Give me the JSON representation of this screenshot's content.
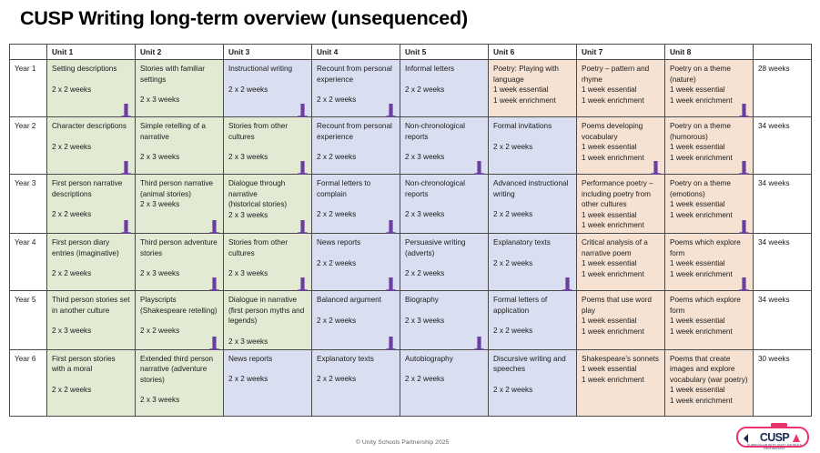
{
  "title": "CUSP Writing long-term overview (unsequenced)",
  "table": {
    "headers": {
      "year_col": "",
      "units": [
        "Unit 1",
        "Unit 2",
        "Unit 3",
        "Unit 4",
        "Unit 5",
        "Unit 6",
        "Unit 7",
        "Unit 8"
      ],
      "total_col": ""
    },
    "rows": [
      {
        "year": "Year 1",
        "total": "28 weeks",
        "cells": [
          {
            "title": "Setting descriptions",
            "sub": "",
            "weeks": "2 x 2 weeks",
            "essential": "",
            "enrichment": "",
            "color": "green",
            "arrow": true
          },
          {
            "title": "Stories with familiar settings",
            "sub": "",
            "weeks": "2 x 3 weeks",
            "essential": "",
            "enrichment": "",
            "color": "green",
            "arrow": false
          },
          {
            "title": "Instructional writing",
            "sub": "",
            "weeks": "2 x 2 weeks",
            "essential": "",
            "enrichment": "",
            "color": "blue",
            "arrow": true
          },
          {
            "title": "Recount from personal experience",
            "sub": "",
            "weeks": "2 x 2 weeks",
            "essential": "",
            "enrichment": "",
            "color": "blue",
            "arrow": true
          },
          {
            "title": "Informal letters",
            "sub": "",
            "weeks": "2 x 2 weeks",
            "essential": "",
            "enrichment": "",
            "color": "blue",
            "arrow": false
          },
          {
            "title": "Poetry: Playing with language",
            "sub": "",
            "weeks": "",
            "essential": "1 week essential",
            "enrichment": "1 week enrichment",
            "color": "peach",
            "arrow": false
          },
          {
            "title": "Poetry – pattern and rhyme",
            "sub": "",
            "weeks": "",
            "essential": "1 week essential",
            "enrichment": "1 week enrichment",
            "color": "peach",
            "arrow": false
          },
          {
            "title": "Poetry on a theme (nature)",
            "sub": "",
            "weeks": "",
            "essential": "1 week essential",
            "enrichment": "1 week enrichment",
            "color": "peach",
            "arrow": true
          }
        ]
      },
      {
        "year": "Year 2",
        "total": "34 weeks",
        "cells": [
          {
            "title": "Character descriptions",
            "sub": "",
            "weeks": "2 x 2 weeks",
            "essential": "",
            "enrichment": "",
            "color": "green",
            "arrow": true
          },
          {
            "title": "Simple retelling of a narrative",
            "sub": "",
            "weeks": "2 x 3 weeks",
            "essential": "",
            "enrichment": "",
            "color": "green",
            "arrow": false
          },
          {
            "title": "Stories from other cultures",
            "sub": "",
            "weeks": "2 x 3 weeks",
            "essential": "",
            "enrichment": "",
            "color": "green",
            "arrow": true
          },
          {
            "title": "Recount from personal experience",
            "sub": "",
            "weeks": "2 x 2 weeks",
            "essential": "",
            "enrichment": "",
            "color": "blue",
            "arrow": false
          },
          {
            "title": "Non-chronological reports",
            "sub": "",
            "weeks": "2 x 3 weeks",
            "essential": "",
            "enrichment": "",
            "color": "blue",
            "arrow": true
          },
          {
            "title": "Formal invitations",
            "sub": "",
            "weeks": "2 x 2 weeks",
            "essential": "",
            "enrichment": "",
            "color": "blue",
            "arrow": false
          },
          {
            "title": "Poems developing vocabulary",
            "sub": "",
            "weeks": "",
            "essential": "1 week essential",
            "enrichment": "1 week enrichment",
            "color": "peach",
            "arrow": true
          },
          {
            "title": "Poetry on a theme (humorous)",
            "sub": "",
            "weeks": "",
            "essential": "1 week essential",
            "enrichment": "1 week enrichment",
            "color": "peach",
            "arrow": true
          }
        ]
      },
      {
        "year": "Year 3",
        "total": "34 weeks",
        "cells": [
          {
            "title": "First person narrative descriptions",
            "sub": "",
            "weeks": "2 x 2 weeks",
            "essential": "",
            "enrichment": "",
            "color": "green",
            "arrow": true
          },
          {
            "title": "Third person narrative",
            "sub": "(animal stories)",
            "weeks": "2 x 3 weeks",
            "essential": "",
            "enrichment": "",
            "color": "green",
            "arrow": true
          },
          {
            "title": "Dialogue through narrative",
            "sub": "(historical stories)",
            "weeks": "2 x 3 weeks",
            "essential": "",
            "enrichment": "",
            "color": "green",
            "arrow": true
          },
          {
            "title": "Formal letters to complain",
            "sub": "",
            "weeks": "2 x 2 weeks",
            "essential": "",
            "enrichment": "",
            "color": "blue",
            "arrow": true
          },
          {
            "title": "Non-chronological reports",
            "sub": "",
            "weeks": "2 x 3 weeks",
            "essential": "",
            "enrichment": "",
            "color": "blue",
            "arrow": false
          },
          {
            "title": "Advanced instructional writing",
            "sub": "",
            "weeks": "2 x 2 weeks",
            "essential": "",
            "enrichment": "",
            "color": "blue",
            "arrow": false
          },
          {
            "title": "Performance poetry – including poetry from other cultures",
            "sub": "",
            "weeks": "",
            "essential": "1 week essential",
            "enrichment": "1 week enrichment",
            "color": "peach",
            "arrow": false
          },
          {
            "title": "Poetry on a theme (emotions)",
            "sub": "",
            "weeks": "",
            "essential": "1 week essential",
            "enrichment": "1 week enrichment",
            "color": "peach",
            "arrow": true
          }
        ]
      },
      {
        "year": "Year 4",
        "total": "34 weeks",
        "cells": [
          {
            "title": "First person diary entries (imaginative)",
            "sub": "",
            "weeks": "2 x 2 weeks",
            "essential": "",
            "enrichment": "",
            "color": "green",
            "arrow": false
          },
          {
            "title": "Third person adventure stories",
            "sub": "",
            "weeks": "2 x 3 weeks",
            "essential": "",
            "enrichment": "",
            "color": "green",
            "arrow": true
          },
          {
            "title": "Stories from other cultures",
            "sub": "",
            "weeks": "2 x 3 weeks",
            "essential": "",
            "enrichment": "",
            "color": "green",
            "arrow": true
          },
          {
            "title": "News reports",
            "sub": "",
            "weeks": "2 x 2 weeks",
            "essential": "",
            "enrichment": "",
            "color": "blue",
            "arrow": true
          },
          {
            "title": "Persuasive writing (adverts)",
            "sub": "",
            "weeks": "2 x 2 weeks",
            "essential": "",
            "enrichment": "",
            "color": "blue",
            "arrow": false
          },
          {
            "title": "Explanatory texts",
            "sub": "",
            "weeks": "2 x 2 weeks",
            "essential": "",
            "enrichment": "",
            "color": "blue",
            "arrow": true
          },
          {
            "title": "Critical analysis of a narrative poem",
            "sub": "",
            "weeks": "",
            "essential": "1 week essential",
            "enrichment": "1 week enrichment",
            "color": "peach",
            "arrow": false
          },
          {
            "title": "Poems which explore form",
            "sub": "",
            "weeks": "",
            "essential": "1 week essential",
            "enrichment": "1 week enrichment",
            "color": "peach",
            "arrow": true
          }
        ]
      },
      {
        "year": "Year 5",
        "total": "34 weeks",
        "cells": [
          {
            "title": "Third person stories set in another culture",
            "sub": "",
            "weeks": "2 x 3 weeks",
            "essential": "",
            "enrichment": "",
            "color": "green",
            "arrow": false
          },
          {
            "title": "Playscripts (Shakespeare retelling)",
            "sub": "",
            "weeks": "2 x 2 weeks",
            "essential": "",
            "enrichment": "",
            "color": "green",
            "arrow": true
          },
          {
            "title": "Dialogue in narrative (first person myths and legends)",
            "sub": "",
            "weeks": "2 x 3 weeks",
            "essential": "",
            "enrichment": "",
            "color": "green",
            "arrow": false
          },
          {
            "title": "Balanced argument",
            "sub": "",
            "weeks": "2 x 2 weeks",
            "essential": "",
            "enrichment": "",
            "color": "blue",
            "arrow": true
          },
          {
            "title": "Biography",
            "sub": "",
            "weeks": "2 x 3 weeks",
            "essential": "",
            "enrichment": "",
            "color": "blue",
            "arrow": true
          },
          {
            "title": "Formal letters of application",
            "sub": "",
            "weeks": "2 x 2 weeks",
            "essential": "",
            "enrichment": "",
            "color": "blue",
            "arrow": false
          },
          {
            "title": "Poems that use word play",
            "sub": "",
            "weeks": "",
            "essential": "1 week essential",
            "enrichment": "1 week enrichment",
            "color": "peach",
            "arrow": false
          },
          {
            "title": "Poems which explore form",
            "sub": "",
            "weeks": "",
            "essential": "1 week essential",
            "enrichment": "1 week enrichment",
            "color": "peach",
            "arrow": false
          }
        ]
      },
      {
        "year": "Year 6",
        "total": "30 weeks",
        "cells": [
          {
            "title": "First person stories with a moral",
            "sub": "",
            "weeks": "2 x 2 weeks",
            "essential": "",
            "enrichment": "",
            "color": "green",
            "arrow": false
          },
          {
            "title": "Extended third person narrative (adventure stories)",
            "sub": "",
            "weeks": "2 x 3 weeks",
            "essential": "",
            "enrichment": "",
            "color": "green",
            "arrow": false
          },
          {
            "title": "News reports",
            "sub": "",
            "weeks": "2 x 2 weeks",
            "essential": "",
            "enrichment": "",
            "color": "blue",
            "arrow": false
          },
          {
            "title": "Explanatory texts",
            "sub": "",
            "weeks": "2 x 2 weeks",
            "essential": "",
            "enrichment": "",
            "color": "blue",
            "arrow": false
          },
          {
            "title": "Autobiography",
            "sub": "",
            "weeks": "2 x 2 weeks",
            "essential": "",
            "enrichment": "",
            "color": "blue",
            "arrow": false
          },
          {
            "title": "Discursive writing and speeches",
            "sub": "",
            "weeks": "2 x 2 weeks",
            "essential": "",
            "enrichment": "",
            "color": "blue",
            "arrow": false
          },
          {
            "title": "Shakespeare’s sonnets",
            "sub": "",
            "weeks": "",
            "essential": "1 week essential",
            "enrichment": "1 week enrichment",
            "color": "peach",
            "arrow": false
          },
          {
            "title": "Poems that create images and explore vocabulary (war poetry)",
            "sub": "",
            "weeks": "",
            "essential": "1 week essential",
            "enrichment": "1 week enrichment",
            "color": "peach",
            "arrow": false
          }
        ]
      }
    ]
  },
  "footer": {
    "copyright": "© Unity Schools Partnership 2025",
    "logo_text": "CUSP",
    "logo_tagline": "CURRICULUM WITH UNITY SCHOOLS PARTNERSHIP"
  },
  "colors": {
    "narrative_green": "#e2ead3",
    "nonfiction_blue": "#d9dff0",
    "poetry_peach": "#f6e2d2",
    "arrow_purple": "#6b3fa0",
    "logo_pink": "#e8336d",
    "logo_navy": "#1b2a56"
  }
}
